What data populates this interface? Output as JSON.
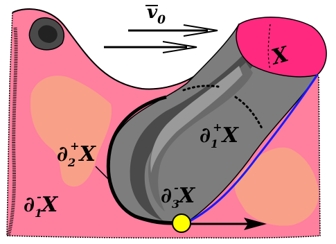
{
  "labels": {
    "velocity": {
      "base": "v",
      "sub": "0"
    },
    "top_cross_section": "X",
    "boundary_1_plus": {
      "base": "∂",
      "sub": "1",
      "sup": "+",
      "var": "X"
    },
    "boundary_2_plus": {
      "base": "∂",
      "sub": "2",
      "sup": "+",
      "var": "X"
    },
    "boundary_3_minus": {
      "base": "∂",
      "sub": "3",
      "sup": "-",
      "var": "X"
    },
    "boundary_1_minus": {
      "base": "∂",
      "sub": "1",
      "sup": "-",
      "var": "X"
    }
  },
  "colors": {
    "surface": "#ff7f9f",
    "blobs": "#f8a088",
    "tube": "#7d7d7d",
    "tube_dark": "#4a4a4a",
    "tube_light": "#9a9a9a",
    "cap": "#ff2a7f",
    "curve_blue": "#1a1aff",
    "marker": "#ffff00"
  }
}
